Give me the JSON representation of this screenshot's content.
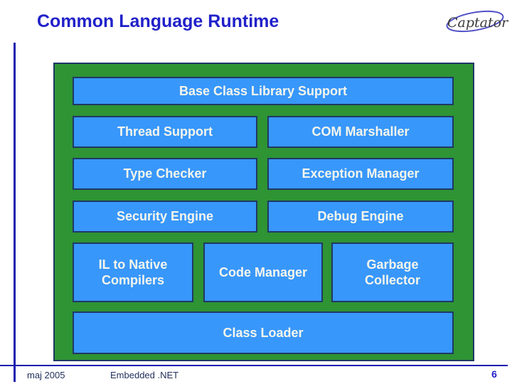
{
  "slide": {
    "title": "Common Language Runtime",
    "page_number": "6"
  },
  "logo": {
    "text": "Captator"
  },
  "diagram": {
    "boxes": {
      "base": "Base Class Library Support",
      "thread": "Thread Support",
      "com": "COM Marshaller",
      "type_checker": "Type Checker",
      "exception": "Exception Manager",
      "security": "Security Engine",
      "debug": "Debug Engine",
      "il_native": "IL to Native Compilers",
      "code_manager": "Code Manager",
      "garbage": "Garbage Collector",
      "class_loader": "Class Loader"
    }
  },
  "footer": {
    "date": "maj 2005",
    "label": "Embedded .NET"
  },
  "colors": {
    "title": "#2121CA",
    "accent_line": "#1A1AAE",
    "panel_green": "#2E9434",
    "box_blue": "#3897FA",
    "border_navy": "#1F3864",
    "box_text": "#F6F6EC",
    "footer_text": "#23305C",
    "page_number": "#2121CA"
  }
}
